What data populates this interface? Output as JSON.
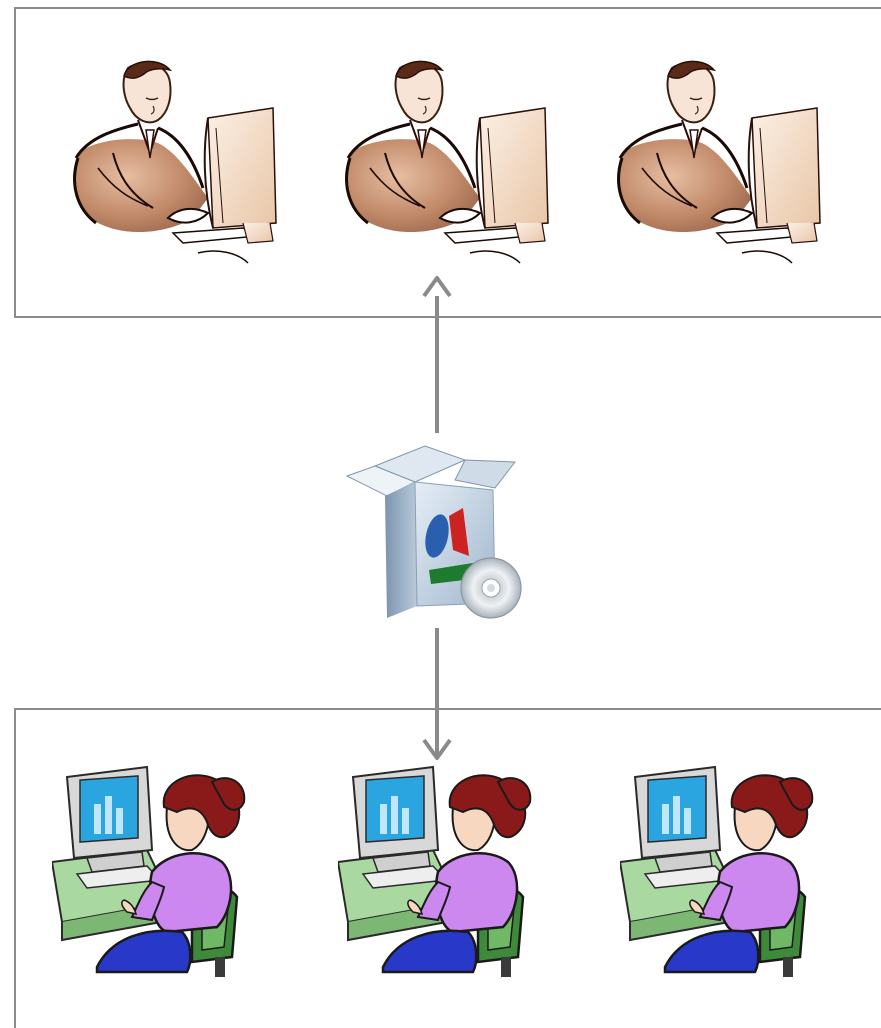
{
  "diagram": {
    "top_group": {
      "members": [
        "developer",
        "developer",
        "developer"
      ]
    },
    "center": {
      "icon": "software-package-icon"
    },
    "bottom_group": {
      "members": [
        "user",
        "user",
        "user"
      ]
    },
    "connections": [
      {
        "from": "software-package",
        "to": "top-group",
        "arrowhead": "top-group"
      },
      {
        "from": "software-package",
        "to": "bottom-group",
        "arrowhead": "bottom-group"
      }
    ]
  },
  "colors": {
    "panel_border": "#8c8c8c",
    "arrow": "#8a8a8a",
    "developer_skin": "#b7764f",
    "developer_monitor": "#f0d7c0",
    "user_shirt": "#cc88ee",
    "user_hair": "#8a1a1a",
    "user_chair": "#3f8a3a",
    "user_monitor_screen": "#2aa5e0",
    "box_blue": "#2a5fb0",
    "box_red": "#cc2222",
    "box_green": "#1e7a2e"
  }
}
